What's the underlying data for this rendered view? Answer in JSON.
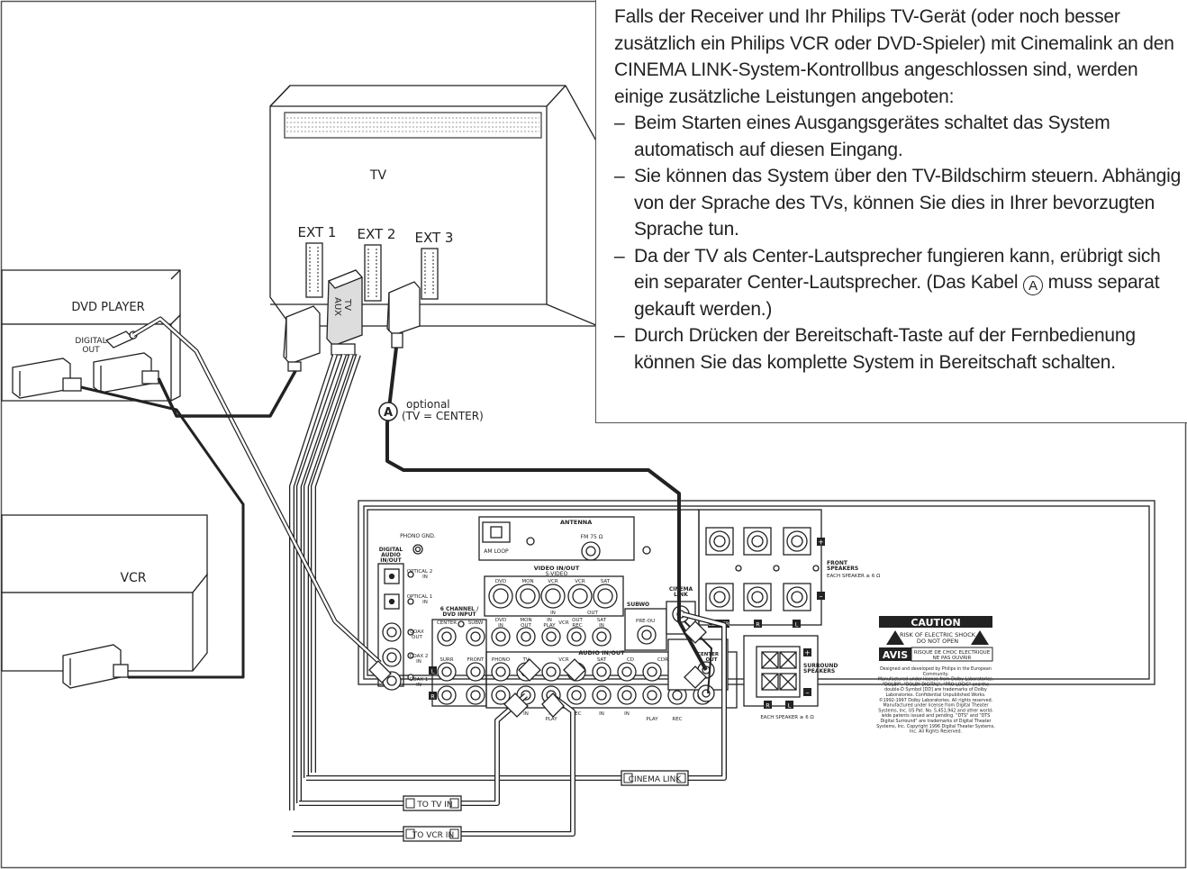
{
  "text": {
    "intro": "Falls der Receiver und Ihr Philips TV-Gerät (oder noch besser zusätzlich ein Philips VCR oder DVD-Spieler) mit Cinemalink an den CINEMA LINK-System-Kontrollbus angeschlossen sind, werden einige zusätzliche Leistungen angeboten:",
    "bullets": [
      {
        "dash": "–",
        "text": "Beim Starten eines Ausgangsgerätes schaltet das System automatisch auf diesen Eingang."
      },
      {
        "dash": "–",
        "text": "Sie können das System über den TV-Bildschirm steuern. Abhängig von der Sprache des TVs, können Sie dies in Ihrer bevorzugten Sprache tun."
      },
      {
        "dash": "–",
        "before": "Da der TV als Center-Lautsprecher fungieren kann, erübrigt sich ein separater Center-Lautsprecher. (Das Kabel ",
        "mark": "A",
        "after": " muss separat gekauft werden.)"
      },
      {
        "dash": "–",
        "text": "Durch Drücken der Bereitschaft-Taste auf der Fernbedienung können Sie das komplette System in Bereitschaft schalten."
      }
    ]
  },
  "diagram": {
    "tv": {
      "label": "TV",
      "ext1": "EXT 1",
      "ext2": "EXT 2",
      "ext3": "EXT 3",
      "plug_label_1": "TV",
      "plug_label_2": "AUX"
    },
    "dvd": {
      "label": "DVD PLAYER",
      "digital_out_1": "DIGITAL",
      "digital_out_2": "OUT"
    },
    "vcr": {
      "label": "VCR"
    },
    "optional": {
      "mark": "A",
      "line1": "optional",
      "line2": "(TV = CENTER)"
    },
    "tags": {
      "cinema_link": "CINEMA LINK",
      "to_tv_in": "TO TV IN",
      "to_vcr_in": "TO VCR IN"
    },
    "receiver": {
      "phono_gnd": "PHONO GND.",
      "antenna": "ANTENNA",
      "am_loop": "AM LOOP",
      "fm": "FM 75 Ω",
      "video_inout": "VIDEO IN/OUT",
      "svideo": "S-VIDEO",
      "sv_labels": [
        "DVD",
        "MON",
        "VCR",
        "VCR",
        "SAT"
      ],
      "sv_in": "IN",
      "sv_out": "OUT",
      "digital_audio_1": "DIGITAL",
      "digital_audio_2": "AUDIO",
      "digital_audio_3": "IN/OUT",
      "optical2_1": "OPTICAL 2",
      "optical2_2": "IN",
      "optical1_1": "OPTICAL 1",
      "optical1_2": "IN",
      "coax_out_1": "COAX",
      "coax_out_2": "OUT",
      "coax2_1": "COAX 2",
      "coax2_2": "IN",
      "coax1_1": "COAX 1",
      "coax1_2": "IN",
      "six_ch_1": "6 CHANNEL /",
      "six_ch_2": "DVD INPUT",
      "center": "CENTER",
      "subw": "SUBW",
      "surr": "SURR",
      "front": "FRONT",
      "video_row": [
        {
          "l1": "DVD",
          "l2": "IN"
        },
        {
          "l1": "MON",
          "l2": "OUT"
        },
        {
          "l1": "IN",
          "l2": "PLAY"
        },
        {
          "l1": "VCR",
          "l2": ""
        },
        {
          "l1": "OUT",
          "l2": "REC"
        },
        {
          "l1": "SAT",
          "l2": "IN"
        }
      ],
      "audio_inout": "AUDIO IN/OUT",
      "audio_cols": [
        "PHONO",
        "TV",
        "VCR",
        "SAT",
        "CD",
        "CDR"
      ],
      "audio_bottom": [
        "IN",
        "IN",
        "PLAY",
        "REC",
        "IN",
        "IN",
        "PLAY",
        "REC"
      ],
      "subwoofer": "SUBWO",
      "pre_out": "PRE-OU",
      "cinema_link": "CINEMA",
      "cinema_link_2": "LINK",
      "center_out_1": "CENTER",
      "center_out_2": "OUT",
      "front_speakers_1": "FRONT",
      "front_speakers_2": "SPEAKERS",
      "each_speaker": "EACH SPEAKER ≥ 6 Ω",
      "spk_center": "CENTER",
      "spk_r": "R",
      "spk_l": "L",
      "plus": "+",
      "minus": "–",
      "surround_1": "SURROUND",
      "surround_2": "SPEAKERS",
      "each_speaker_2": "EACH SPEAKER ≥ 6 Ω",
      "caution": "CAUTION",
      "risk_1": "RISK OF ELECTRIC SHOCK",
      "risk_2": "DO NOT OPEN",
      "avis": "AVIS",
      "avis_1": "RISQUE DE CHOC ELECTRIQUE",
      "avis_2": "NE PAS OUVRIR",
      "legal": [
        "Designed and developed by Philips in the European",
        "Community.",
        "Manufactured under license from Dolby Laboratories.",
        "\"DOLBY\", \"DOLBY DIGITAL\", \"PRO LOGIC\" and the",
        "double-D Symbol [DD] are trademarks of Dolby",
        "Laboratories. Confidential Unpublished Works.",
        "©1992-1997 Dolby Laboratories. All rights reserved.",
        "Manufactured under license from Digital Theater",
        "Systems, Inc. US Pat. No. 5,451,942 and other world-",
        "wide patents issued and pending. \"DTS\" and \"DTS",
        "Digital Surround\" are trademarks of Digital Theater",
        "Systems, Inc. Copyright 1996 Digital Theater Systems,",
        "Inc. All Rights Reserved."
      ]
    }
  }
}
